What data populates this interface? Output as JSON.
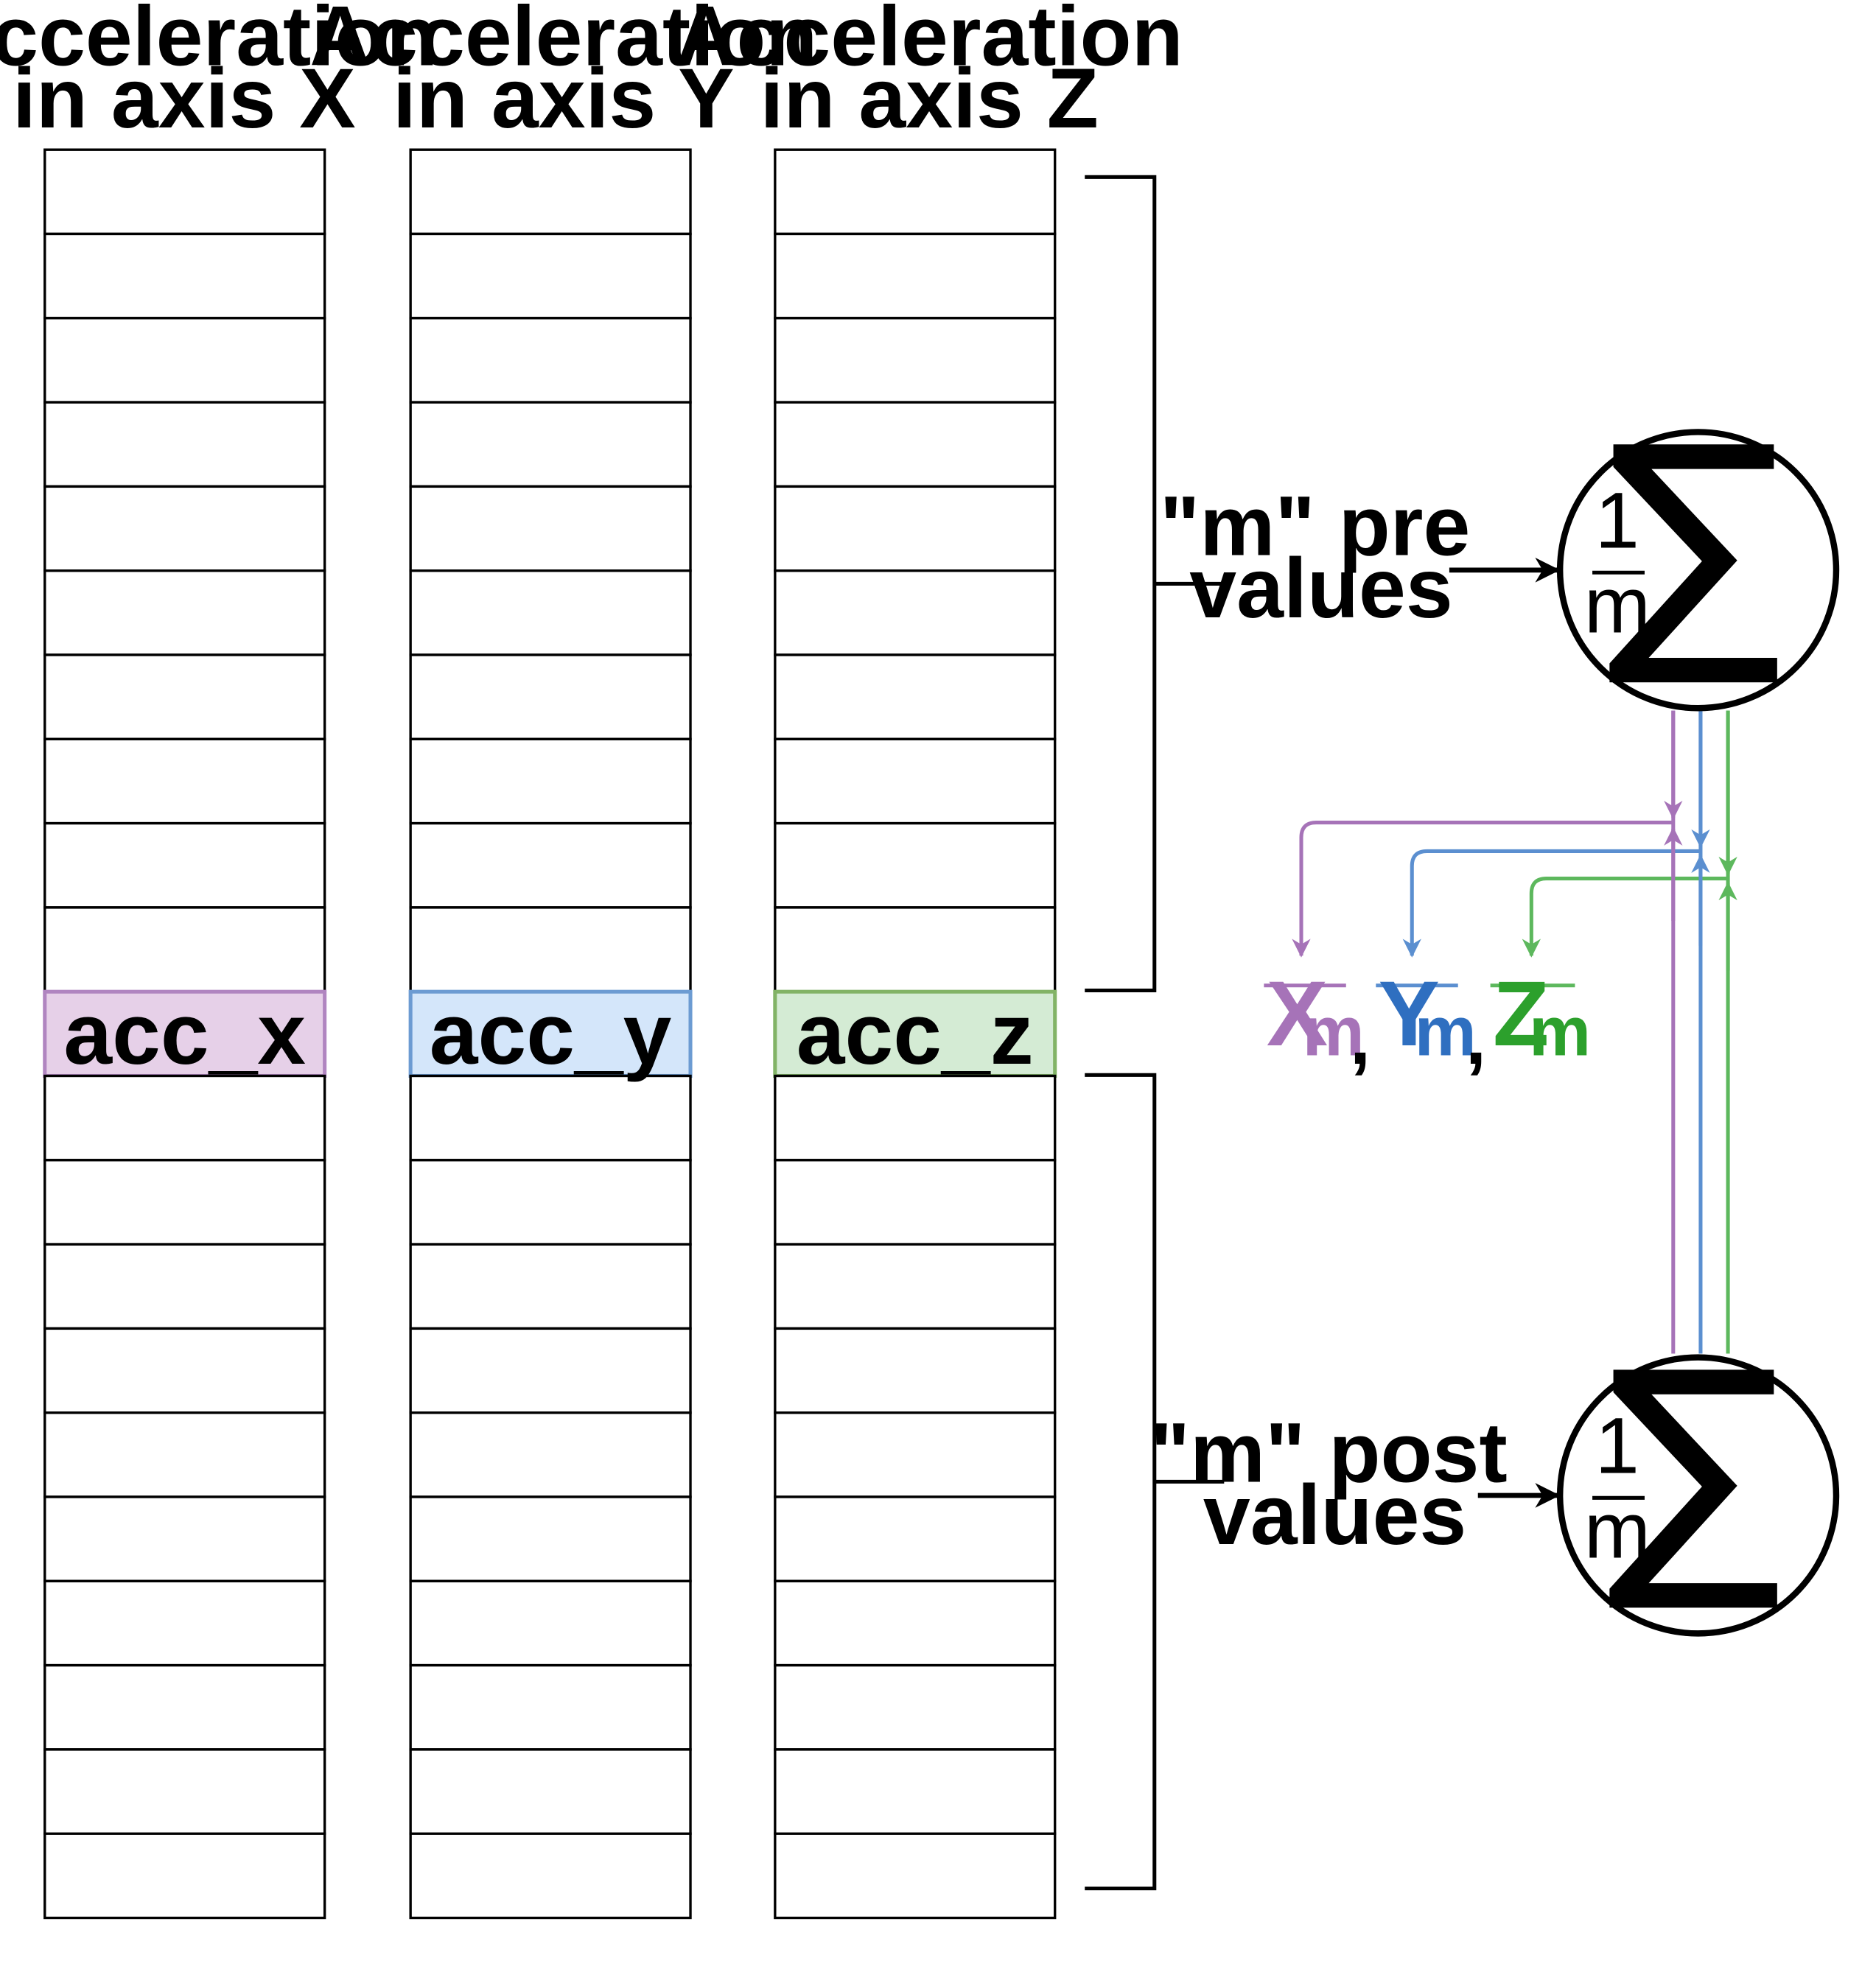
{
  "columns": [
    {
      "header_line1": "Acceleration",
      "header_line2": "in axis X",
      "highlight_label": "acc_x"
    },
    {
      "header_line1": "Acceleration",
      "header_line2": "in axis Y",
      "highlight_label": "acc_y"
    },
    {
      "header_line1": "Acceleration",
      "header_line2": "in axis Z",
      "highlight_label": "acc_z"
    }
  ],
  "cells_above": 10,
  "cells_below": 10,
  "pre_label": {
    "line1": "\"m\" pre",
    "line2": "values"
  },
  "post_label": {
    "line1": "\"m\" post",
    "line2": "values"
  },
  "operator": {
    "numerator": "1",
    "denominator": "m",
    "symbol": "∑"
  },
  "means": [
    {
      "letter": "X",
      "subscript": "m"
    },
    {
      "letter": "Y",
      "subscript": "m"
    },
    {
      "letter": "Z",
      "subscript": "m"
    }
  ],
  "separator": ",",
  "colors": {
    "x_fill": "#e6d0e8",
    "x_stroke": "#b085c0",
    "y_fill": "#d4e6fa",
    "y_stroke": "#6c9bd2",
    "z_fill": "#d4ebd4",
    "z_stroke": "#82b366",
    "x_line": "#a673b8",
    "y_line": "#5b8fd0",
    "z_line": "#5db85d",
    "x_text": "#a673b8",
    "y_text": "#2f6fc0",
    "z_text": "#2ca02c"
  }
}
